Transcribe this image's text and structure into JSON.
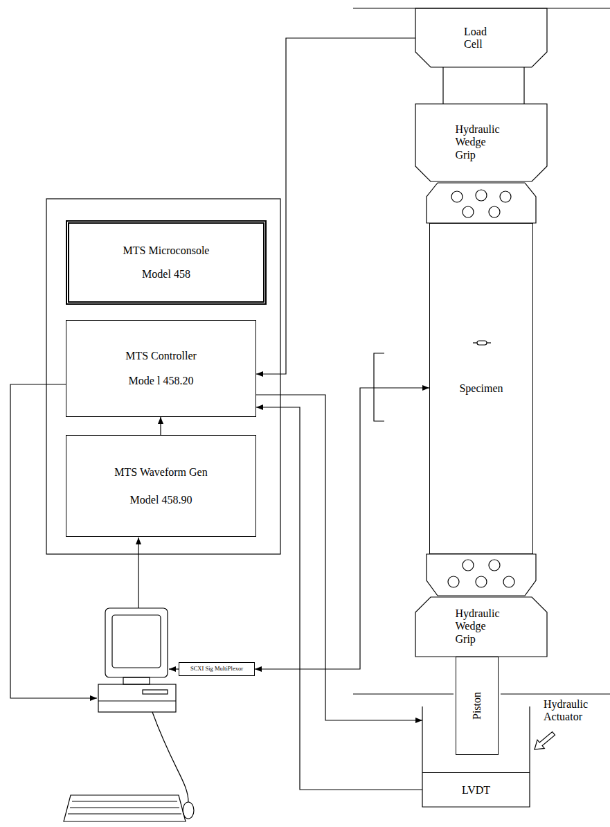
{
  "diagram": {
    "nodes": [
      {
        "text": [
          "Load Cell"
        ]
      },
      {
        "text": [
          "MTS Microconsole",
          "Model 458"
        ]
      },
      {
        "text": [
          "MTS Controller",
          "Mode l 458.20"
        ]
      },
      {
        "text": [
          "MTS Waveform Gen",
          "Model 458.90"
        ]
      },
      {
        "text": [
          "Hydraulic Wedge Grip"
        ]
      },
      {
        "text": [
          "Specimen"
        ]
      },
      {
        "text": [
          "Hydraulic Wedge Grip"
        ]
      },
      {
        "text": [
          "Hydraulic Actuator"
        ]
      },
      {
        "text": [
          "Piston"
        ],
        "in": 7
      },
      {
        "text": [
          "LVDT"
        ],
        "in": 7
      },
      {
        "text": [
          "SCXI Sig MultiPlexor"
        ]
      }
    ],
    "edges": [
      {
        "from": 0,
        "to": 2,
        "arrow": "to"
      },
      {
        "from": 3,
        "to": 2,
        "arrow": "to"
      },
      {
        "from": 2,
        "to": 7,
        "arrow": "to"
      },
      {
        "from": 9,
        "to": 2,
        "arrow": "to"
      },
      {
        "from": 10,
        "to": 5,
        "arrow": "both"
      }
    ]
  }
}
